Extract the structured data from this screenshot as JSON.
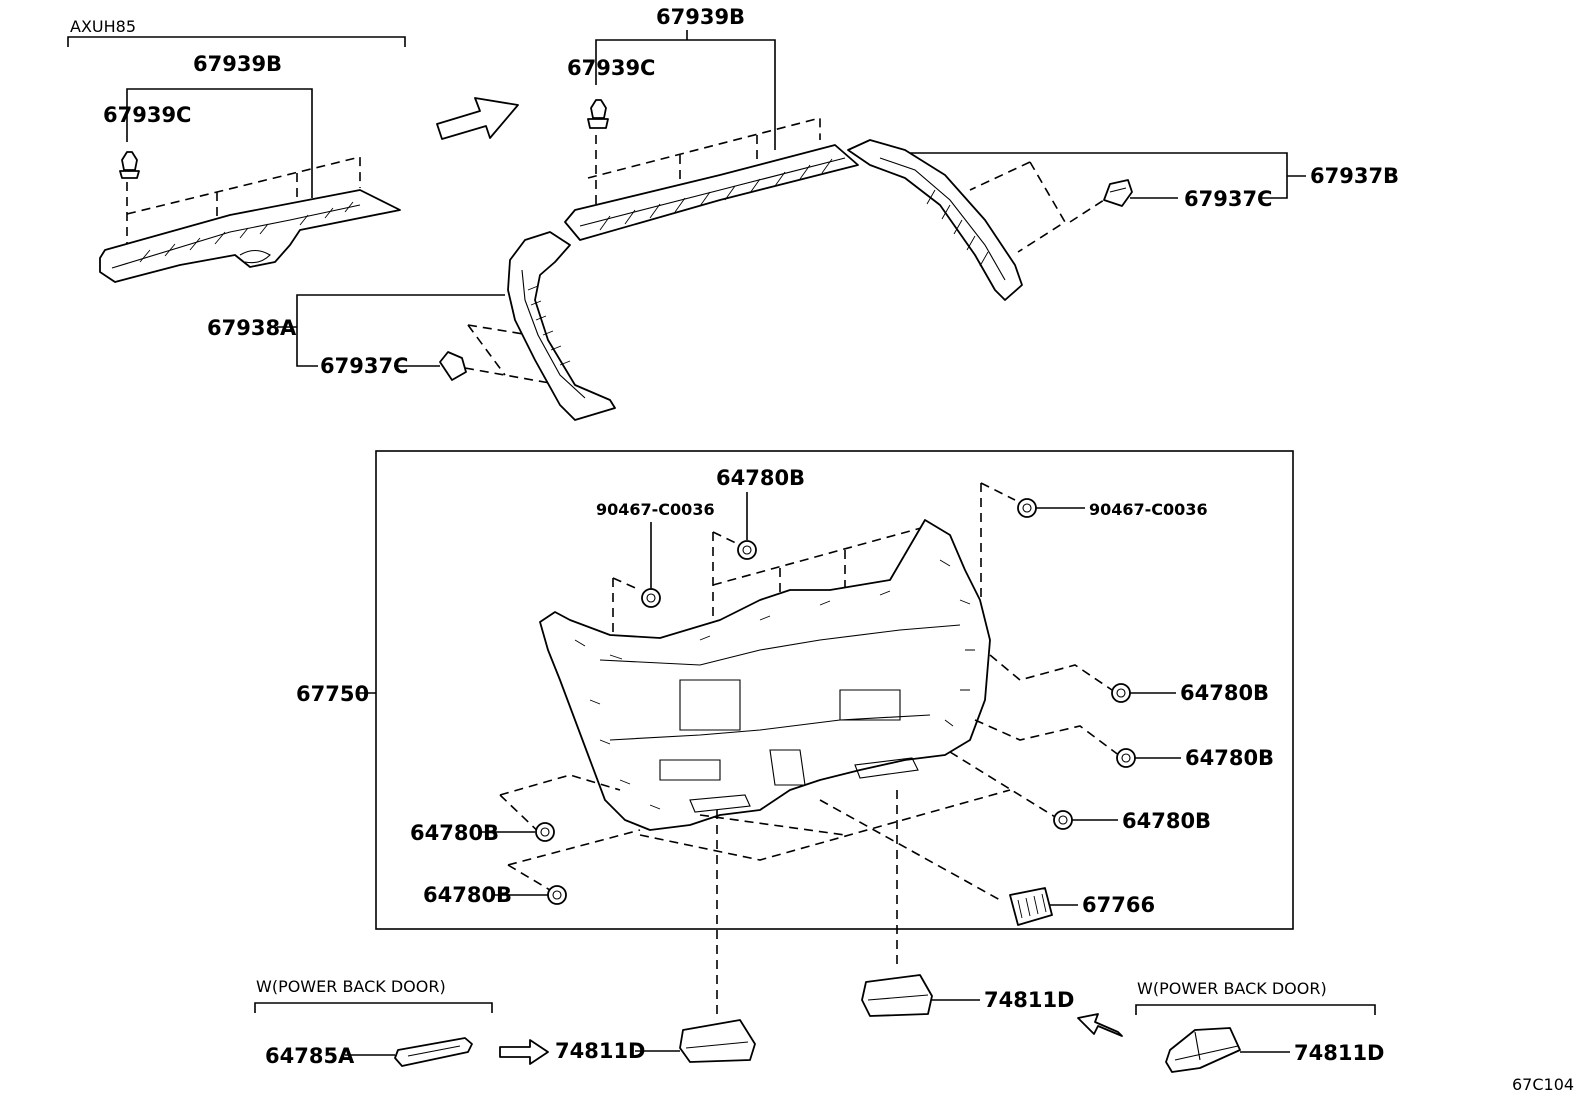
{
  "diagram": {
    "top_left_group_note": "AXUH85",
    "power_door_note_left": "W(POWER BACK DOOR)",
    "power_door_note_right": "W(POWER BACK DOOR)",
    "figure_code": "67C104",
    "labels": {
      "p67939B_left": "67939B",
      "p67939C_left": "67939C",
      "p67939B_top": "67939B",
      "p67939C_top": "67939C",
      "p67937B": "67937B",
      "p67937C_right": "67937C",
      "p67938A": "67938A",
      "p67937C_left": "67937C",
      "p64780B_top": "64780B",
      "p90467_left": "90467-C0036",
      "p90467_right": "90467-C0036",
      "p67750": "67750",
      "p64780B_r1": "64780B",
      "p64780B_r2": "64780B",
      "p64780B_r3": "64780B",
      "p64780B_l1": "64780B",
      "p64780B_l2": "64780B",
      "p67766": "67766",
      "p64785A": "64785A",
      "p74811D_bl": "74811D",
      "p74811D_bc": "74811D",
      "p74811D_br": "74811D"
    }
  }
}
